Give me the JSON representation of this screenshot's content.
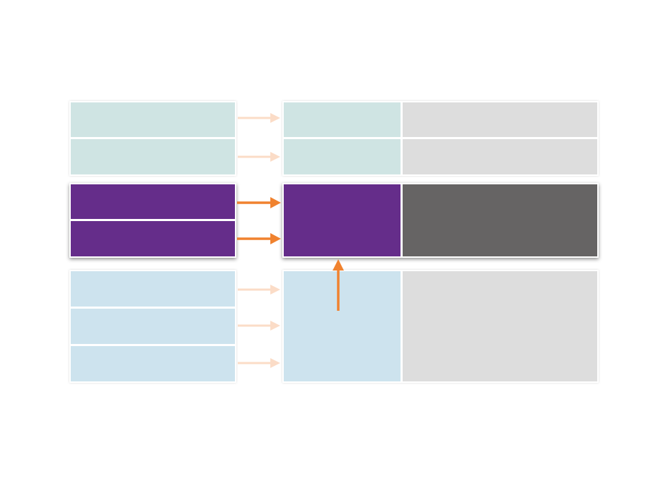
{
  "colors": {
    "teal_faded": "#cfe4e3",
    "purple": "#652d8a",
    "blue_faded": "#cde3ee",
    "gray_faded": "#dddddd",
    "gray_dark": "#666464",
    "arrow_active": "#f0822f",
    "arrow_faded": "#fbdcc7"
  },
  "diagram": {
    "groups": [
      {
        "name": "top",
        "rows": 2,
        "state": "faded",
        "left_color": "teal_faded",
        "mid_color": "teal_faded",
        "right_color": "gray_faded"
      },
      {
        "name": "middle",
        "rows": 2,
        "state": "active",
        "left_color": "purple",
        "mid_color": "purple",
        "right_color": "gray_dark"
      },
      {
        "name": "bottom",
        "rows": 3,
        "state": "faded",
        "left_color": "blue_faded",
        "mid_color": "blue_faded",
        "right_color": "gray_faded"
      }
    ]
  }
}
